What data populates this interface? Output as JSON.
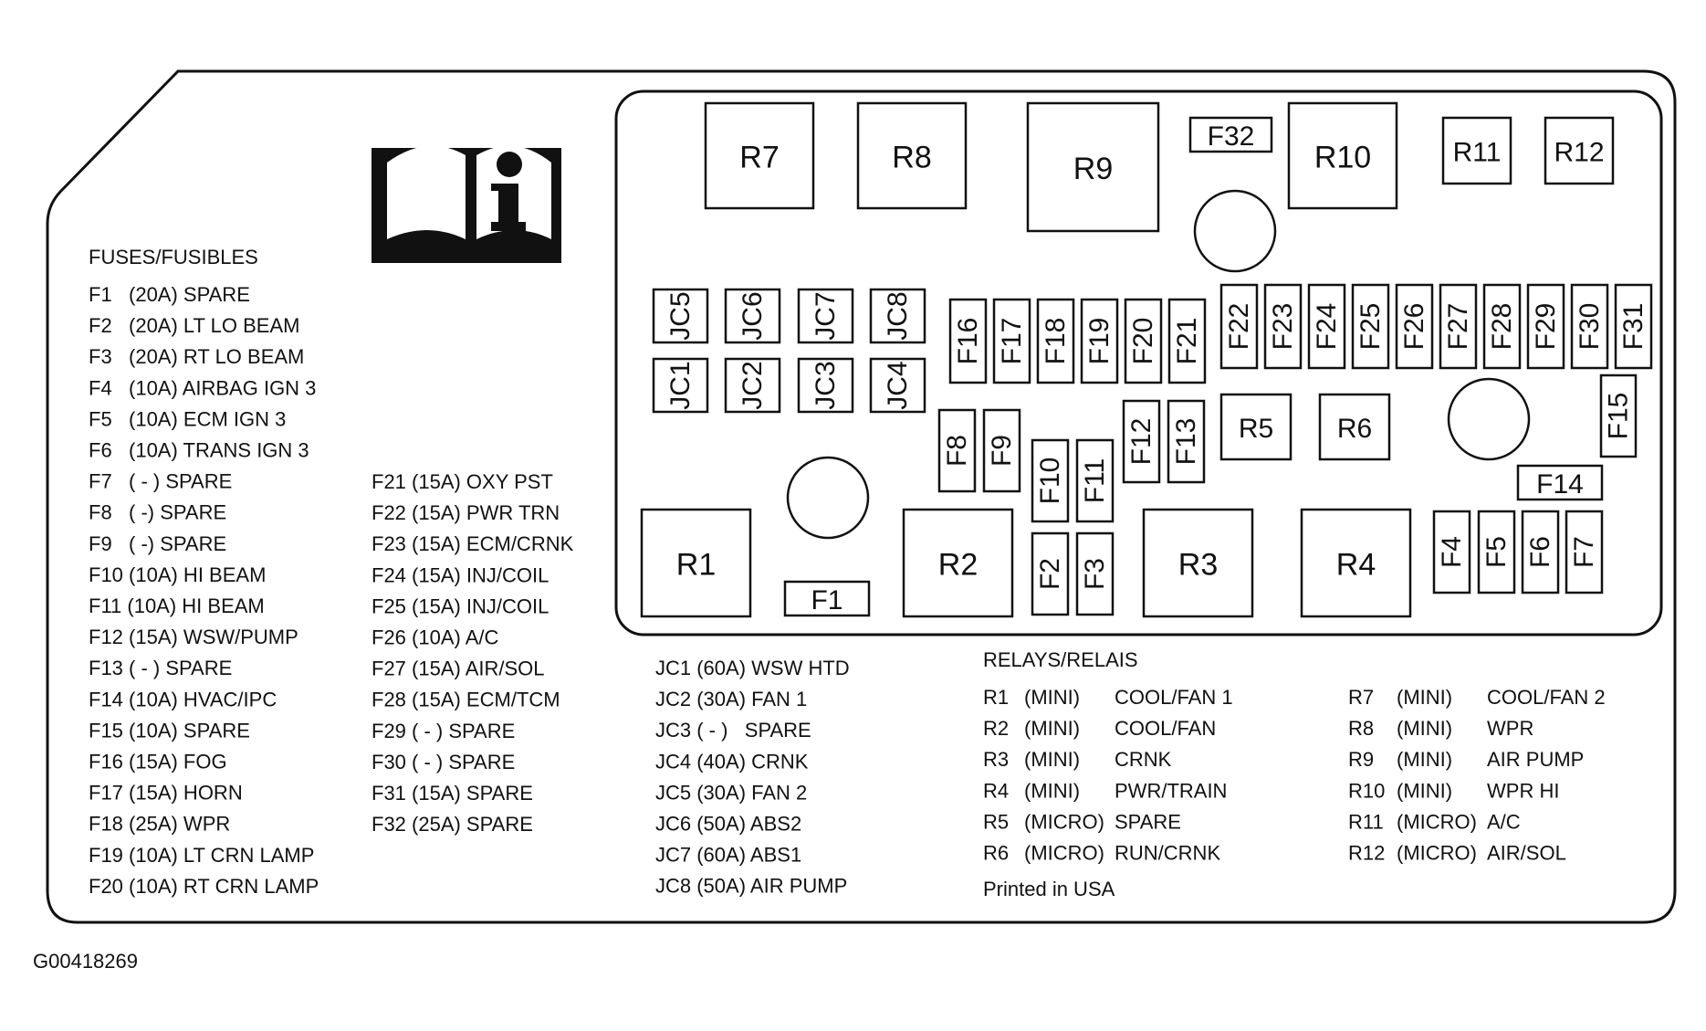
{
  "figure_id": "G00418269",
  "fuses": {
    "heading": "FUSES/FUSIBLES",
    "column1": [
      "F1   (20A) SPARE",
      "F2   (20A) LT LO BEAM",
      "F3   (20A) RT LO BEAM",
      "F4   (10A) AIRBAG IGN 3",
      "F5   (10A) ECM IGN 3",
      "F6   (10A) TRANS IGN 3",
      "F7   ( - ) SPARE",
      "F8   ( -) SPARE",
      "F9   ( -) SPARE",
      "F10 (10A) HI BEAM",
      "F11 (10A) HI BEAM",
      "F12 (15A) WSW/PUMP",
      "F13 ( - ) SPARE",
      "F14 (10A) HVAC/IPC",
      "F15 (10A) SPARE",
      "F16 (15A) FOG",
      "F17 (15A) HORN",
      "F18 (25A) WPR",
      "F19 (10A) LT CRN LAMP",
      "F20 (10A) RT CRN LAMP"
    ],
    "column2": [
      "F21 (15A) OXY PST",
      "F22 (15A) PWR TRN",
      "F23 (15A) ECM/CRNK",
      "F24 (15A) INJ/COIL",
      "F25 (15A) INJ/COIL",
      "F26 (10A) A/C",
      "F27 (15A) AIR/SOL",
      "F28 (15A) ECM/TCM",
      "F29 ( - ) SPARE",
      "F30 ( - ) SPARE",
      "F31 (15A) SPARE",
      "F32 (25A) SPARE"
    ]
  },
  "jcases": [
    "JC1 (60A) WSW HTD",
    "JC2 (30A) FAN 1",
    "JC3 ( - )   SPARE",
    "JC4 (40A) CRNK",
    "JC5 (30A) FAN 2",
    "JC6 (50A) ABS2",
    "JC7 (60A) ABS1",
    "JC8 (50A) AIR PUMP"
  ],
  "relays": {
    "heading": "RELAYS/RELAIS",
    "left": [
      {
        "id": "R1",
        "type": "(MINI)",
        "func": "COOL/FAN 1"
      },
      {
        "id": "R2",
        "type": "(MINI)",
        "func": "COOL/FAN"
      },
      {
        "id": "R3",
        "type": "(MINI)",
        "func": "CRNK"
      },
      {
        "id": "R4",
        "type": "(MINI)",
        "func": "PWR/TRAIN"
      },
      {
        "id": "R5",
        "type": "(MICRO)",
        "func": "SPARE"
      },
      {
        "id": "R6",
        "type": "(MICRO)",
        "func": "RUN/CRNK"
      }
    ],
    "right": [
      {
        "id": "R7",
        "type": "(MINI)",
        "func": "COOL/FAN 2"
      },
      {
        "id": "R8",
        "type": "(MINI)",
        "func": "WPR"
      },
      {
        "id": "R9",
        "type": "(MINI)",
        "func": "AIR PUMP"
      },
      {
        "id": "R10",
        "type": "(MINI)",
        "func": "WPR HI"
      },
      {
        "id": "R11",
        "type": "(MICRO)",
        "func": "A/C"
      },
      {
        "id": "R12",
        "type": "(MICRO)",
        "func": "AIR/SOL"
      }
    ],
    "footer": "Printed in USA"
  },
  "components": {
    "relays": [
      "R1",
      "R2",
      "R3",
      "R4",
      "R5",
      "R6",
      "R7",
      "R8",
      "R9",
      "R10",
      "R11",
      "R12"
    ],
    "fuses": [
      "F1",
      "F2",
      "F3",
      "F4",
      "F5",
      "F6",
      "F7",
      "F8",
      "F9",
      "F10",
      "F11",
      "F12",
      "F13",
      "F14",
      "F15",
      "F16",
      "F17",
      "F18",
      "F19",
      "F20",
      "F21",
      "F22",
      "F23",
      "F24",
      "F25",
      "F26",
      "F27",
      "F28",
      "F29",
      "F30",
      "F31",
      "F32"
    ],
    "jcases": [
      "JC1",
      "JC2",
      "JC3",
      "JC4",
      "JC5",
      "JC6",
      "JC7",
      "JC8"
    ]
  },
  "icons": {
    "manual": "manual-info-icon"
  }
}
